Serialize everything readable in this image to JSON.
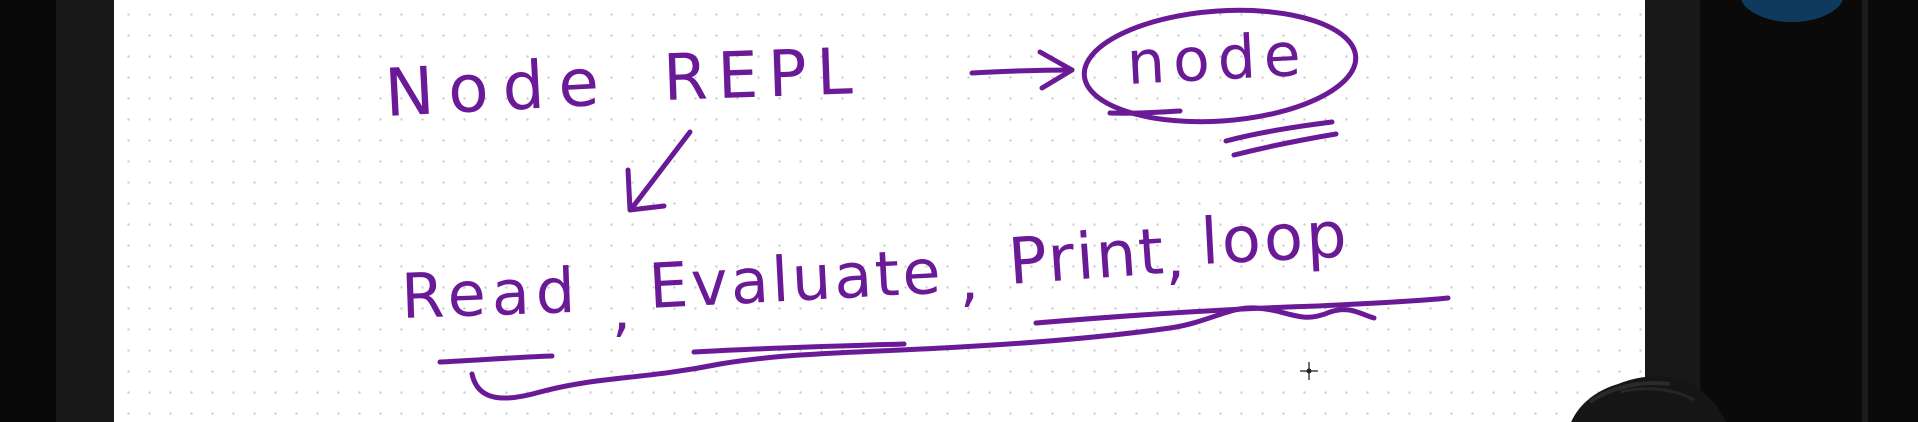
{
  "whiteboard": {
    "title_words": [
      "Node",
      "REPL"
    ],
    "command_label": "node",
    "loop_words": [
      "Read",
      ",",
      "Evaluate",
      ",",
      "Print",
      ",",
      "loop"
    ]
  },
  "colors": {
    "ink": "#6a1a96",
    "canvas": "#ffffff",
    "frame": "#181818",
    "avatar": "#0f3a5e"
  },
  "icons": [
    "crosshair-cursor-icon",
    "presenter-avatar",
    "webcam-overlay"
  ]
}
